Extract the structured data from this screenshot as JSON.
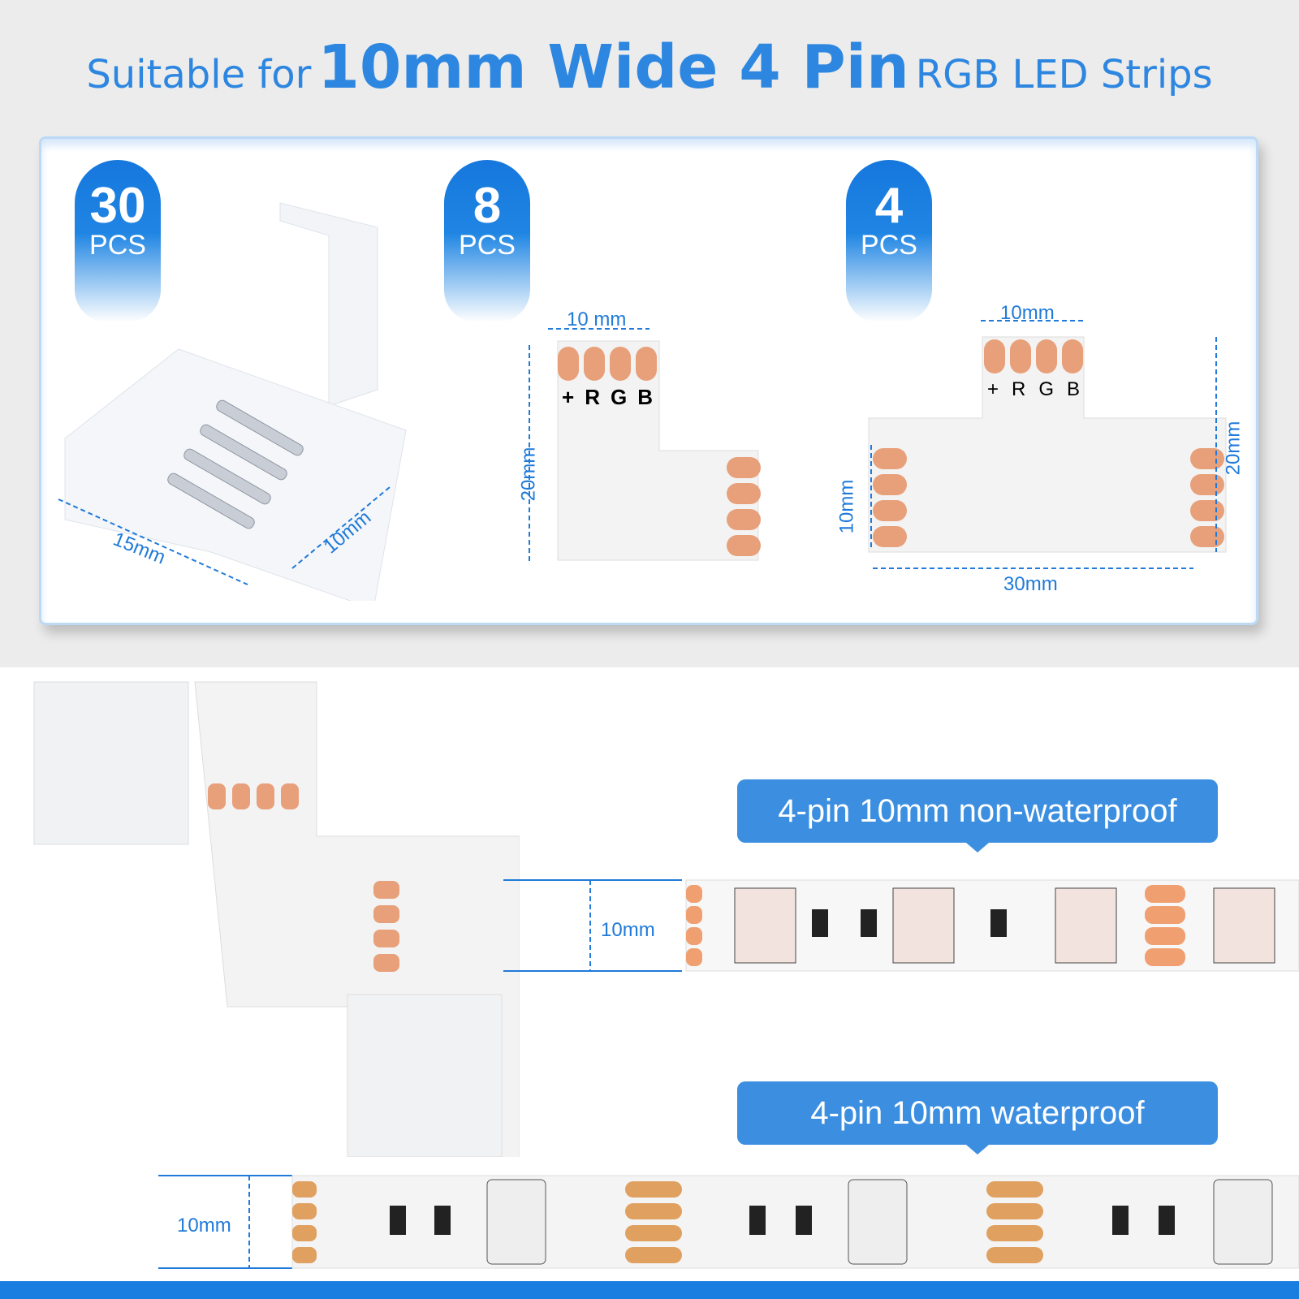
{
  "title": {
    "prefix": "Suitable for",
    "emphasis": "10mm Wide 4 Pin",
    "suffix": "RGB LED Strips"
  },
  "products": [
    {
      "count": "30",
      "unit": "PCS",
      "type": "straight connector",
      "dims": [
        "15mm",
        "10mm"
      ]
    },
    {
      "count": "8",
      "unit": "PCS",
      "type": "L connector",
      "dims": [
        "10 mm",
        "20mm"
      ],
      "pins": [
        "+",
        "R",
        "G",
        "B"
      ]
    },
    {
      "count": "4",
      "unit": "PCS",
      "type": "T connector",
      "dims": [
        "10mm",
        "20mm",
        "10mm",
        "30mm"
      ],
      "pins": [
        "+",
        "R",
        "G",
        "B"
      ]
    }
  ],
  "strips": [
    {
      "label": "4-pin 10mm non-waterproof",
      "width": "10mm"
    },
    {
      "label": "4-pin 10mm waterproof",
      "width": "10mm"
    }
  ],
  "colors": {
    "accent": "#1f7ad9",
    "pad": "#e8a07a",
    "callout": "#3c8fe0"
  }
}
